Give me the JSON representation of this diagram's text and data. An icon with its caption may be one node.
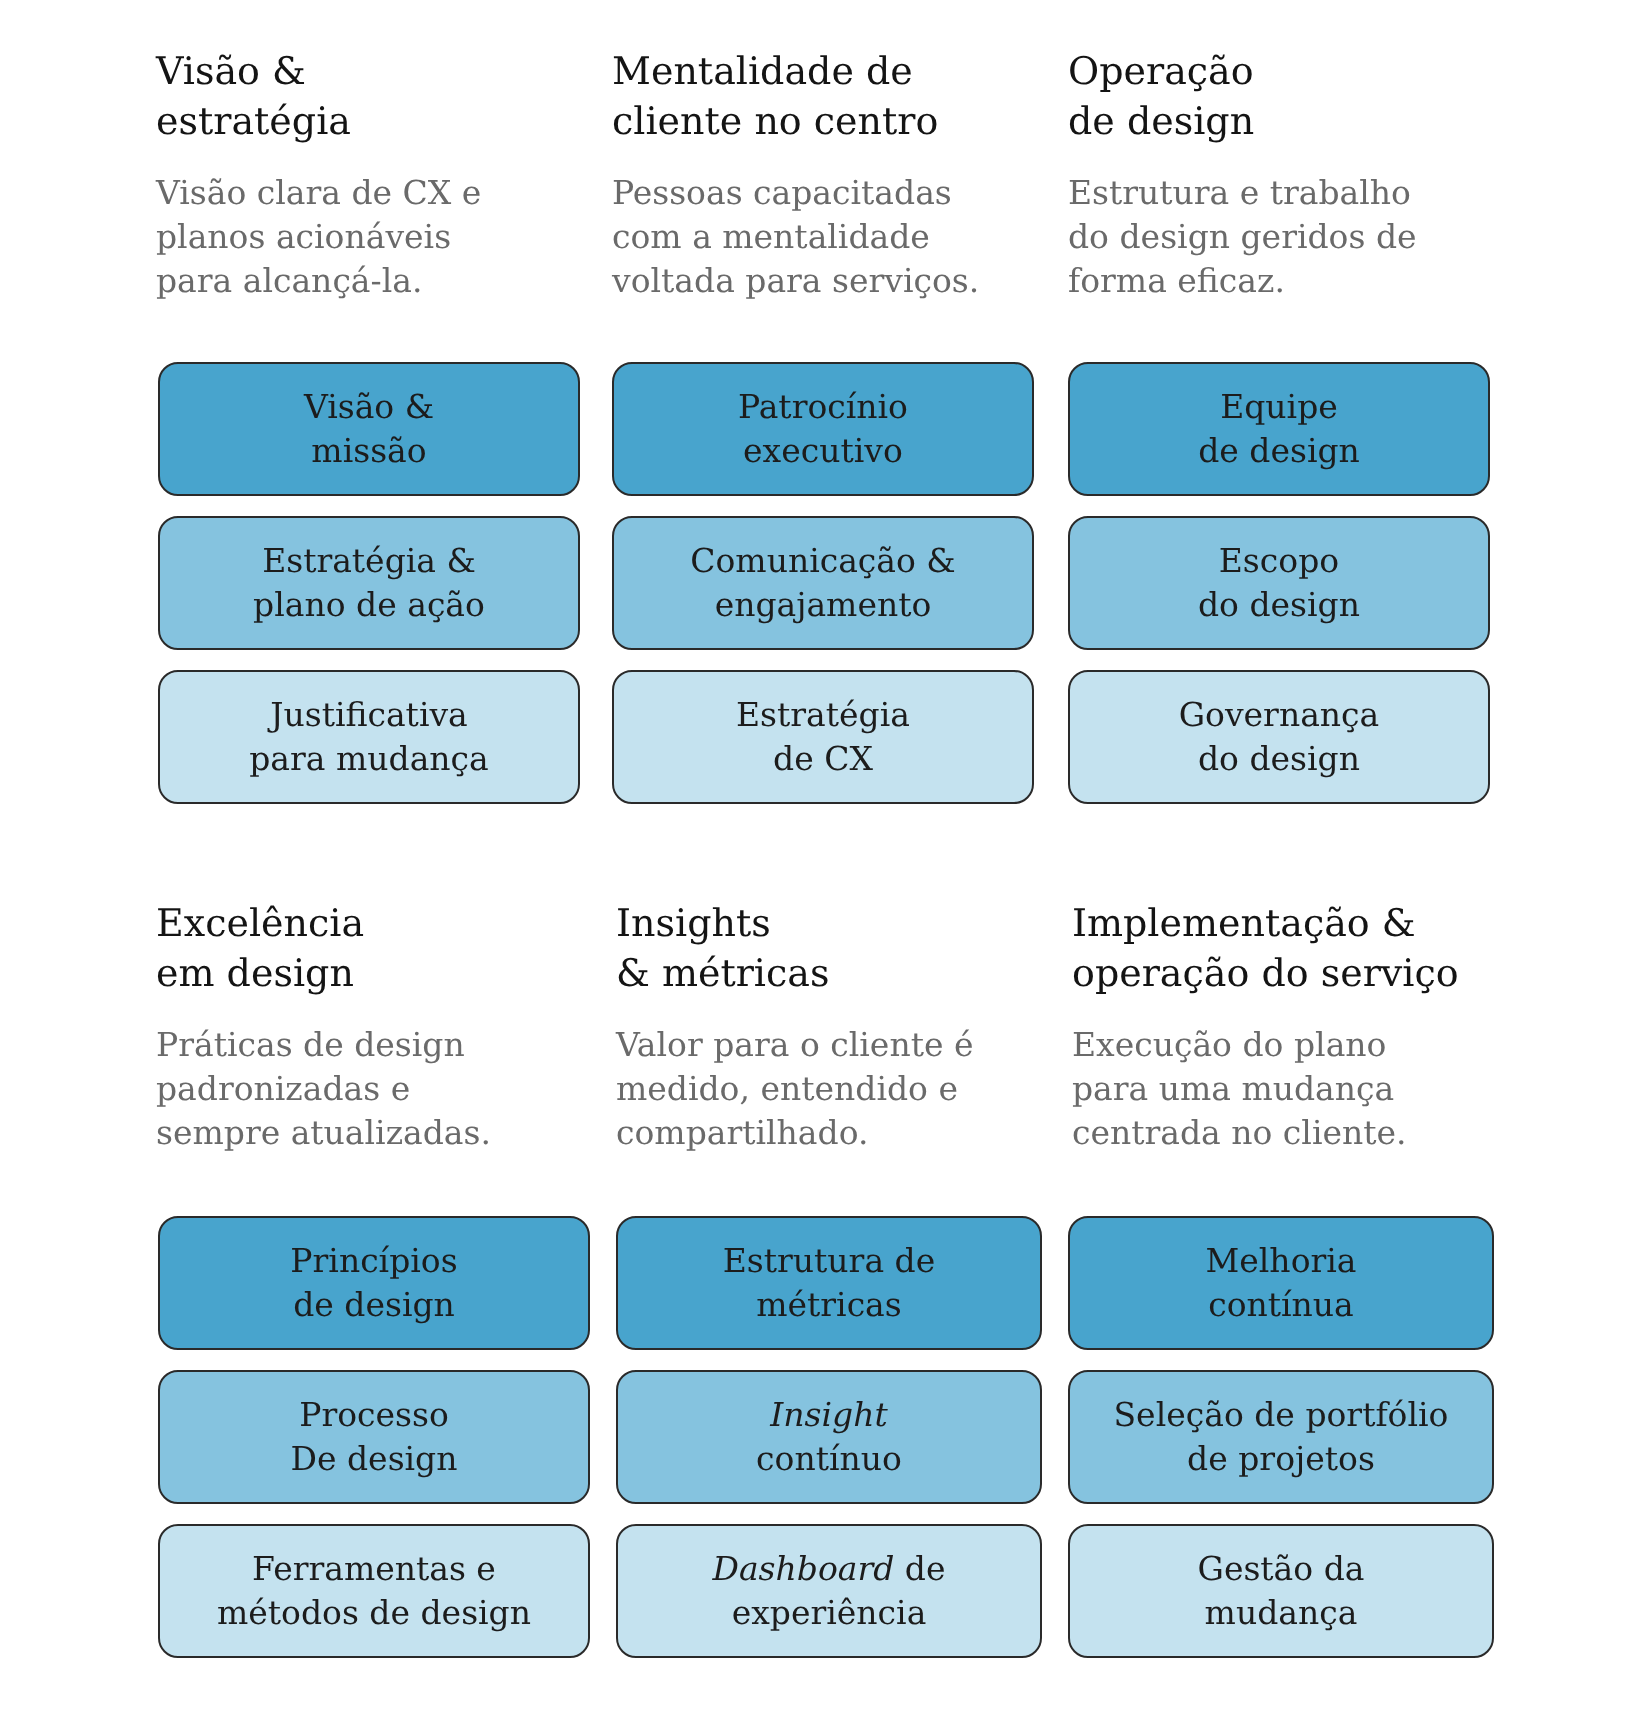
{
  "diagram": {
    "nodes": [
      {
        "text": [
          "Visão & missão"
        ]
      },
      {
        "text": [
          "Patrocínio executivo"
        ]
      },
      {
        "text": [
          "Equipe de design"
        ]
      },
      {
        "text": [
          "Estratégia & plano de ação"
        ]
      },
      {
        "text": [
          "Comunicação & engajamento"
        ]
      },
      {
        "text": [
          "Escopo do design"
        ]
      },
      {
        "text": [
          "Justificativa para mudança"
        ]
      },
      {
        "text": [
          "Estratégia de CX"
        ]
      },
      {
        "text": [
          "Governança do design"
        ]
      },
      {
        "text": [
          "Princípios de design"
        ]
      },
      {
        "text": [
          "Estrutura de métricas"
        ]
      },
      {
        "text": [
          "Melhoria contínua"
        ]
      },
      {
        "text": [
          "Processo De design"
        ]
      },
      {
        "text": [
          "*Insight* contínuo"
        ]
      },
      {
        "text": [
          "Seleção de portfólio de projetos"
        ]
      },
      {
        "text": [
          "Ferramentas e métodos de design"
        ]
      },
      {
        "text": [
          "*Dashboard* de experiência"
        ]
      },
      {
        "text": [
          "Gestão da mudança"
        ]
      }
    ],
    "labels": [
      "Visão & estratégia",
      "Mentalidade de cliente no centro",
      "Operação de design",
      "Visão clara de CX e planos acionáveis para alcançá-la.",
      "Pessoas capacitadas com a mentalidade voltada para serviços.",
      "Estrutura e trabalho do design geridos de forma eficaz.",
      "Excelência em design",
      "Insights & métricas",
      "Implementação & operação do serviço",
      "Práticas de design padronizadas e sempre atualizadas.",
      "Valor para o cliente é medido, entendido e compartilhado.",
      "Execução do plano para uma mudança centrada no cliente."
    ]
  }
}
